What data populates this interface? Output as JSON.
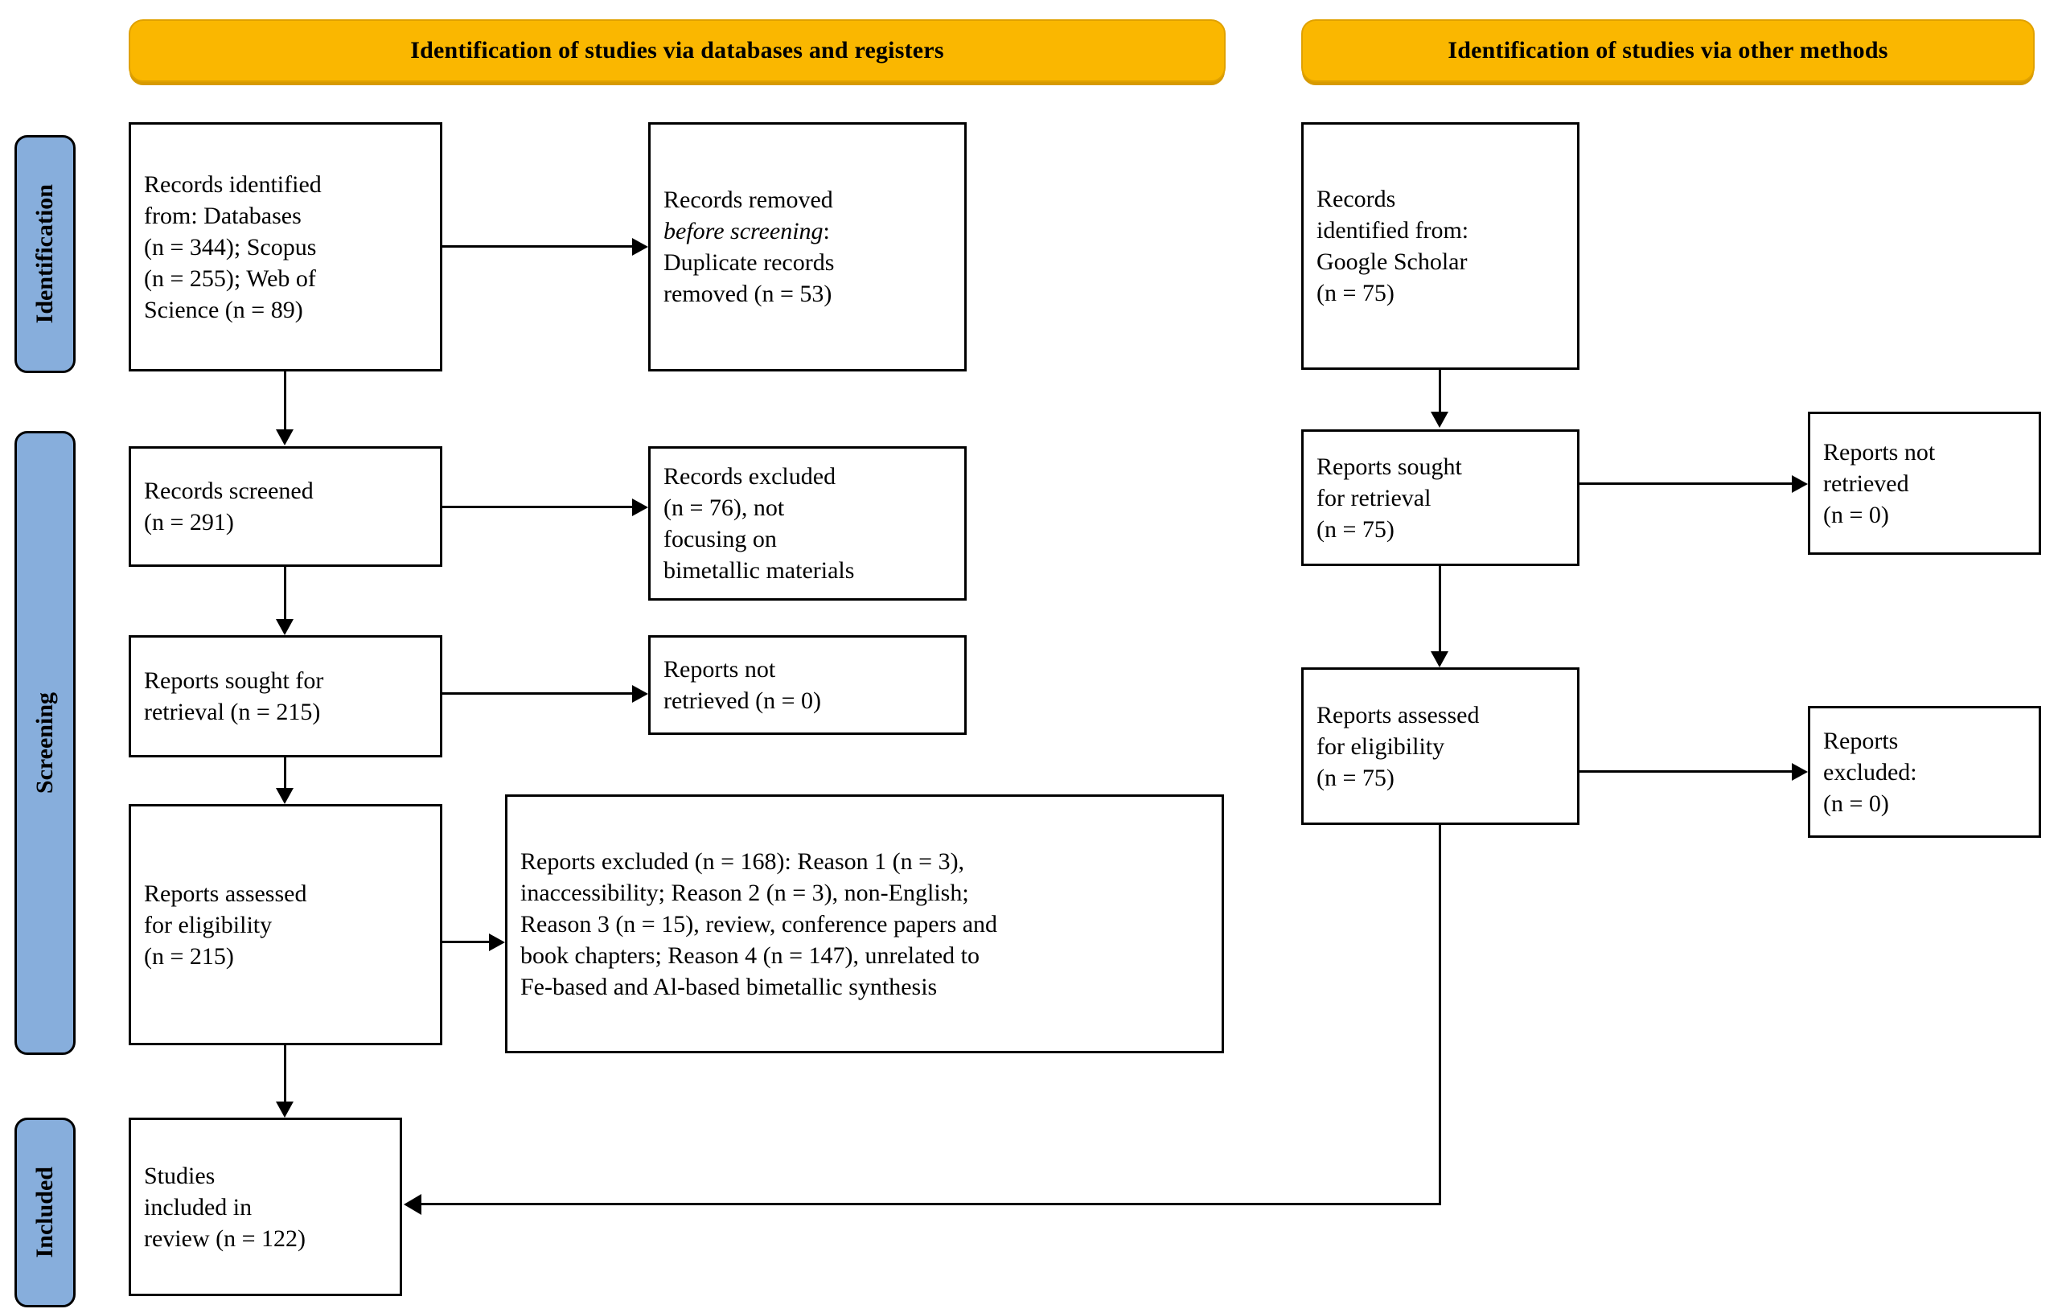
{
  "diagram": {
    "type": "PRISMA flow diagram",
    "colors": {
      "banner_fill": "#FAB700",
      "banner_border": "#E0A100",
      "sidetab_fill": "#87AEDC",
      "box_border": "#000000",
      "background": "#FFFFFF"
    }
  },
  "banners": {
    "databases": "Identification of studies via databases and registers",
    "other": "Identification of studies via other methods"
  },
  "stages": {
    "identification": "Identification",
    "screening": "Screening",
    "included": "Included"
  },
  "left_column": {
    "records_identified": {
      "line1": "Records identified",
      "line2": "from: Databases",
      "line3": "(n = 344); Scopus",
      "line4": "(n = 255); Web of",
      "line5": "Science (n = 89)"
    },
    "records_removed": {
      "line1": "Records removed",
      "line2_italic": "before screening",
      "line2_tail": ":",
      "line3": "Duplicate records",
      "line4": "removed (n = 53)"
    },
    "records_screened": {
      "line1": "Records screened",
      "line2": "(n = 291)"
    },
    "records_excluded": {
      "line1": "Records excluded",
      "line2": "(n = 76), not",
      "line3": "focusing on",
      "line4": "bimetallic materials"
    },
    "reports_sought": {
      "line1": "Reports sought for",
      "line2": "retrieval (n = 215)"
    },
    "reports_not_retrieved": {
      "line1": "Reports not",
      "line2": "retrieved (n = 0)"
    },
    "reports_assessed": {
      "line1": "Reports assessed",
      "line2": "for eligibility",
      "line3": "(n = 215)"
    },
    "reports_excluded_detail": {
      "line1": "Reports excluded (n = 168): Reason 1 (n = 3),",
      "line2": "inaccessibility; Reason 2 (n = 3), non-English;",
      "line3": "Reason 3 (n = 15), review, conference papers and",
      "line4": "book chapters;  Reason 4 (n = 147), unrelated to",
      "line5": "Fe-based and Al-based bimetallic synthesis"
    },
    "studies_included": {
      "line1": "Studies",
      "line2": "included in",
      "line3": "review (n = 122)"
    }
  },
  "right_column": {
    "records_identified_other": {
      "line1": "Records",
      "line2": "identified from:",
      "line3": "Google Scholar",
      "line4": "(n = 75)"
    },
    "reports_sought_other": {
      "line1": "Reports sought",
      "line2": "for retrieval",
      "line3": "(n = 75)"
    },
    "reports_not_retrieved_other": {
      "line1": "Reports not",
      "line2": "retrieved",
      "line3": "(n = 0)"
    },
    "reports_assessed_other": {
      "line1": "Reports assessed",
      "line2": "for eligibility",
      "line3": "(n = 75)"
    },
    "reports_excluded_other": {
      "line1": "Reports",
      "line2": "excluded:",
      "line3": "(n = 0)"
    }
  },
  "chart_data": {
    "type": "diagram",
    "title": "PRISMA 2020 flow diagram",
    "nodes": [
      {
        "id": "db_identified",
        "stage": "Identification",
        "source": "databases",
        "label": "Records identified from: Databases (n = 344); Scopus (n = 255); Web of Science (n = 89)",
        "n": 344
      },
      {
        "id": "db_removed",
        "stage": "Identification",
        "source": "databases",
        "label": "Records removed before screening: Duplicate records removed (n = 53)",
        "n": 53
      },
      {
        "id": "db_screened",
        "stage": "Screening",
        "source": "databases",
        "label": "Records screened (n = 291)",
        "n": 291
      },
      {
        "id": "db_rec_excluded",
        "stage": "Screening",
        "source": "databases",
        "label": "Records excluded (n = 76), not focusing on bimetallic materials",
        "n": 76
      },
      {
        "id": "db_sought",
        "stage": "Screening",
        "source": "databases",
        "label": "Reports sought for retrieval (n = 215)",
        "n": 215
      },
      {
        "id": "db_not_retrieved",
        "stage": "Screening",
        "source": "databases",
        "label": "Reports not retrieved (n = 0)",
        "n": 0
      },
      {
        "id": "db_assessed",
        "stage": "Screening",
        "source": "databases",
        "label": "Reports assessed for eligibility (n = 215)",
        "n": 215
      },
      {
        "id": "db_rep_excluded",
        "stage": "Screening",
        "source": "databases",
        "label": "Reports excluded (n = 168)",
        "n": 168
      },
      {
        "id": "other_identified",
        "stage": "Identification",
        "source": "other",
        "label": "Records identified from: Google Scholar (n = 75)",
        "n": 75
      },
      {
        "id": "other_sought",
        "stage": "Screening",
        "source": "other",
        "label": "Reports sought for retrieval (n = 75)",
        "n": 75
      },
      {
        "id": "other_not_retrieved",
        "stage": "Screening",
        "source": "other",
        "label": "Reports not retrieved (n = 0)",
        "n": 0
      },
      {
        "id": "other_assessed",
        "stage": "Screening",
        "source": "other",
        "label": "Reports assessed for eligibility (n = 75)",
        "n": 75
      },
      {
        "id": "other_excluded",
        "stage": "Screening",
        "source": "other",
        "label": "Reports excluded: (n = 0)",
        "n": 0
      },
      {
        "id": "included",
        "stage": "Included",
        "source": "both",
        "label": "Studies included in review (n = 122)",
        "n": 122
      }
    ],
    "exclusion_reasons": [
      {
        "reason": "Reason 1",
        "n": 3,
        "description": "inaccessibility"
      },
      {
        "reason": "Reason 2",
        "n": 3,
        "description": "non-English"
      },
      {
        "reason": "Reason 3",
        "n": 15,
        "description": "review, conference papers and book chapters"
      },
      {
        "reason": "Reason 4",
        "n": 147,
        "description": "unrelated to Fe-based and Al-based bimetallic synthesis"
      }
    ],
    "edges": [
      {
        "from": "db_identified",
        "to": "db_removed"
      },
      {
        "from": "db_identified",
        "to": "db_screened"
      },
      {
        "from": "db_screened",
        "to": "db_rec_excluded"
      },
      {
        "from": "db_screened",
        "to": "db_sought"
      },
      {
        "from": "db_sought",
        "to": "db_not_retrieved"
      },
      {
        "from": "db_sought",
        "to": "db_assessed"
      },
      {
        "from": "db_assessed",
        "to": "db_rep_excluded"
      },
      {
        "from": "db_assessed",
        "to": "included"
      },
      {
        "from": "other_identified",
        "to": "other_sought"
      },
      {
        "from": "other_sought",
        "to": "other_not_retrieved"
      },
      {
        "from": "other_sought",
        "to": "other_assessed"
      },
      {
        "from": "other_assessed",
        "to": "other_excluded"
      },
      {
        "from": "other_assessed",
        "to": "included"
      }
    ]
  }
}
